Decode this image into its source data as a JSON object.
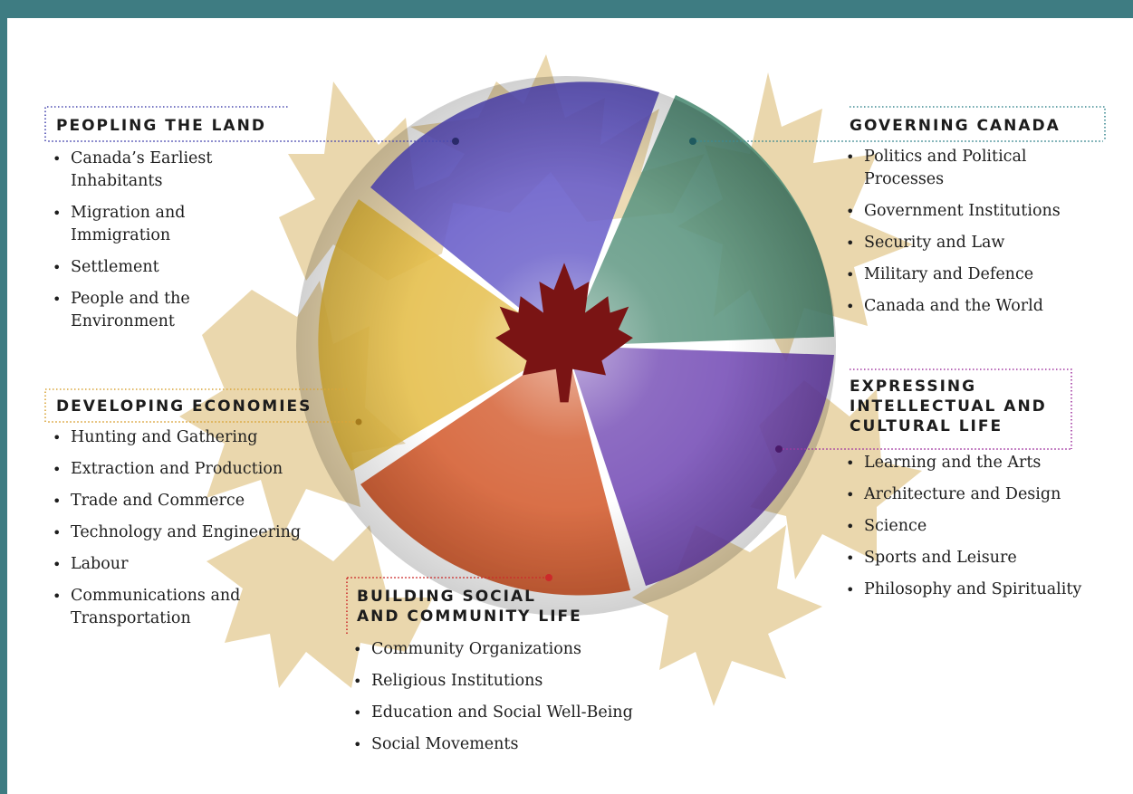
{
  "colors": {
    "frame_border": "#3e7c82",
    "leaf": "#ead7ad",
    "peopling": "#5b4fc4",
    "governing": "#4f8d76",
    "expressing": "#6a3fb0",
    "building": "#d0501f",
    "developing": "#e2b83a",
    "center_leaf": "#7a1414",
    "peopling_border": "#4a4ab0",
    "governing_border": "#3d8a92",
    "expressing_border": "#a23aa2",
    "building_border": "#cc2a2a",
    "developing_border": "#d9a53a"
  },
  "icons": [
    "maple-leaf-icon"
  ],
  "themes": {
    "peopling": {
      "title_lines": [
        "PEOPLING THE LAND"
      ],
      "items": [
        "Canada’s Earliest Inhabitants",
        "Migration and Immigration",
        "Settlement",
        "People and the Environment"
      ]
    },
    "governing": {
      "title_lines": [
        "GOVERNING CANADA"
      ],
      "items": [
        "Politics and Political Processes",
        "Government Institutions",
        "Security and Law",
        "Military and Defence",
        "Canada and the World"
      ]
    },
    "expressing": {
      "title_lines": [
        "EXPRESSING",
        "INTELLECTUAL AND",
        "CULTURAL LIFE"
      ],
      "items": [
        "Learning and the Arts",
        "Architecture and Design",
        "Science",
        "Sports and Leisure",
        "Philosophy and Spirituality"
      ]
    },
    "developing": {
      "title_lines": [
        "DEVELOPING ECONOMIES"
      ],
      "items": [
        "Hunting and Gathering",
        "Extraction and Production",
        "Trade and Commerce",
        "Technology and Engineering",
        "Labour",
        "Communications and Transportation"
      ]
    },
    "building": {
      "title_lines": [
        "BUILDING SOCIAL",
        "AND COMMUNITY LIFE"
      ],
      "items": [
        "Community Organizations",
        "Religious Institutions",
        "Education and Social Well-Being",
        "Social Movements"
      ]
    }
  }
}
